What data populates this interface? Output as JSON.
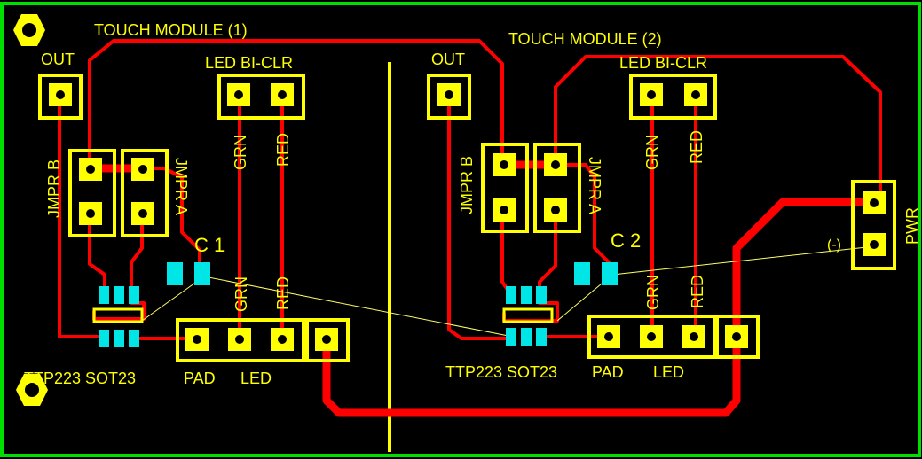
{
  "colors": {
    "background": "#000000",
    "outline": "#00e000",
    "silk": "#ffff00",
    "pad": "#ffff00",
    "trace": "#ff0000",
    "smd": "#00e5e5",
    "ratsnest": "#ffff66",
    "drill": "#000000"
  },
  "module1": {
    "title": "TOUCH MODULE (1)",
    "out": "OUT",
    "led_biclr": "LED BI-CLR",
    "grn": "GRN",
    "red": "RED",
    "jmpr_b": "JMPR B",
    "jmpr_a": "JMPR A",
    "cap": "C 1",
    "grn2": "GRN",
    "red2": "RED",
    "ttp": "TTP223 SOT23",
    "pad": "PAD",
    "led": "LED"
  },
  "module2": {
    "title": "TOUCH MODULE (2)",
    "out": "OUT",
    "led_biclr": "LED BI-CLR",
    "grn": "GRN",
    "red": "RED",
    "jmpr_b": "JMPR B",
    "jmpr_a": "JMPR A",
    "cap": "C 2",
    "grn2": "GRN",
    "red2": "RED",
    "ttp": "TTP223 SOT23",
    "pad": "PAD",
    "led": "LED"
  },
  "power": {
    "label": "PWR",
    "neg": "(-)"
  }
}
